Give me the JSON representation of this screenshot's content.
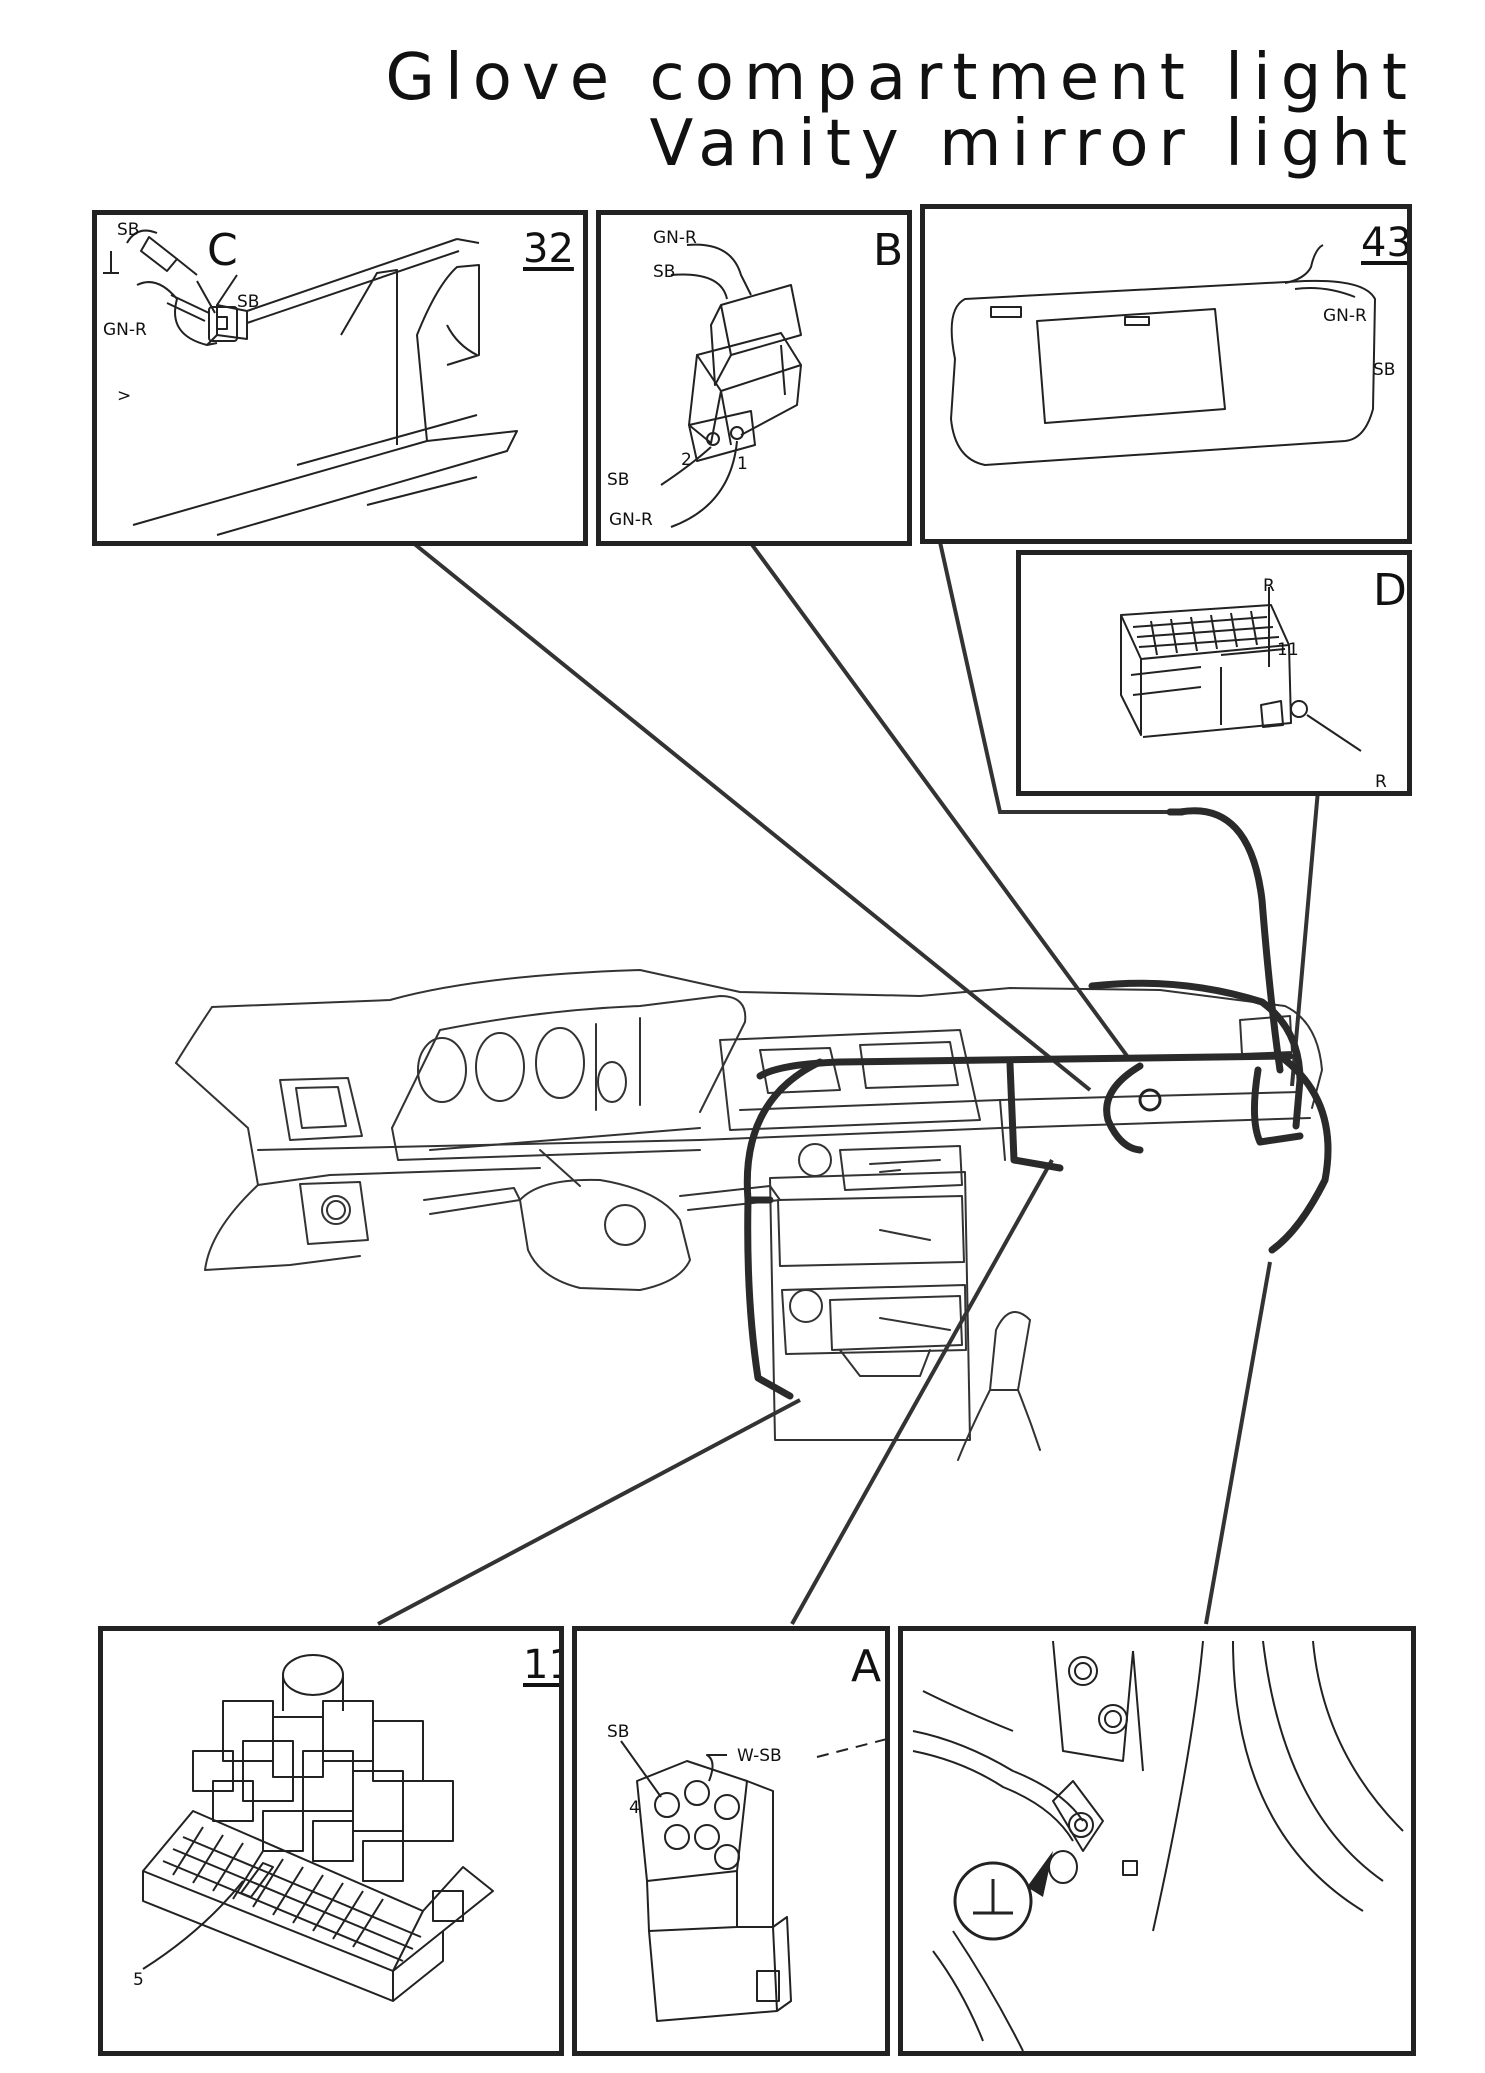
{
  "title": {
    "line1": "Glove compartment light",
    "line2": "Vanity mirror light"
  },
  "panels": {
    "c": {
      "label": "C",
      "number": "32",
      "wires": {
        "sb_top": "SB",
        "sb_mid": "SB",
        "gnr": "GN-R",
        "arrow": ">"
      }
    },
    "b": {
      "label": "B",
      "wires": {
        "gnr_top": "GN-R",
        "sb_top": "SB",
        "sb_bottom": "SB",
        "gnr_bottom": "GN-R",
        "pin2": "2",
        "pin1": "1"
      }
    },
    "mirror": {
      "number": "43",
      "wires": {
        "gnr": "GN-R",
        "sb": "SB"
      }
    },
    "d": {
      "label": "D",
      "wires": {
        "r_top": "R",
        "pin11": "11",
        "r_bottom": "R"
      }
    },
    "fusebox": {
      "number": "11",
      "wires": {
        "fuse5": "5"
      }
    },
    "a": {
      "label": "A",
      "wires": {
        "sb": "SB",
        "pin4": "4",
        "wsb": "W-SB"
      }
    },
    "ground": {}
  },
  "icons": {
    "ground_symbol": "ground-icon"
  }
}
